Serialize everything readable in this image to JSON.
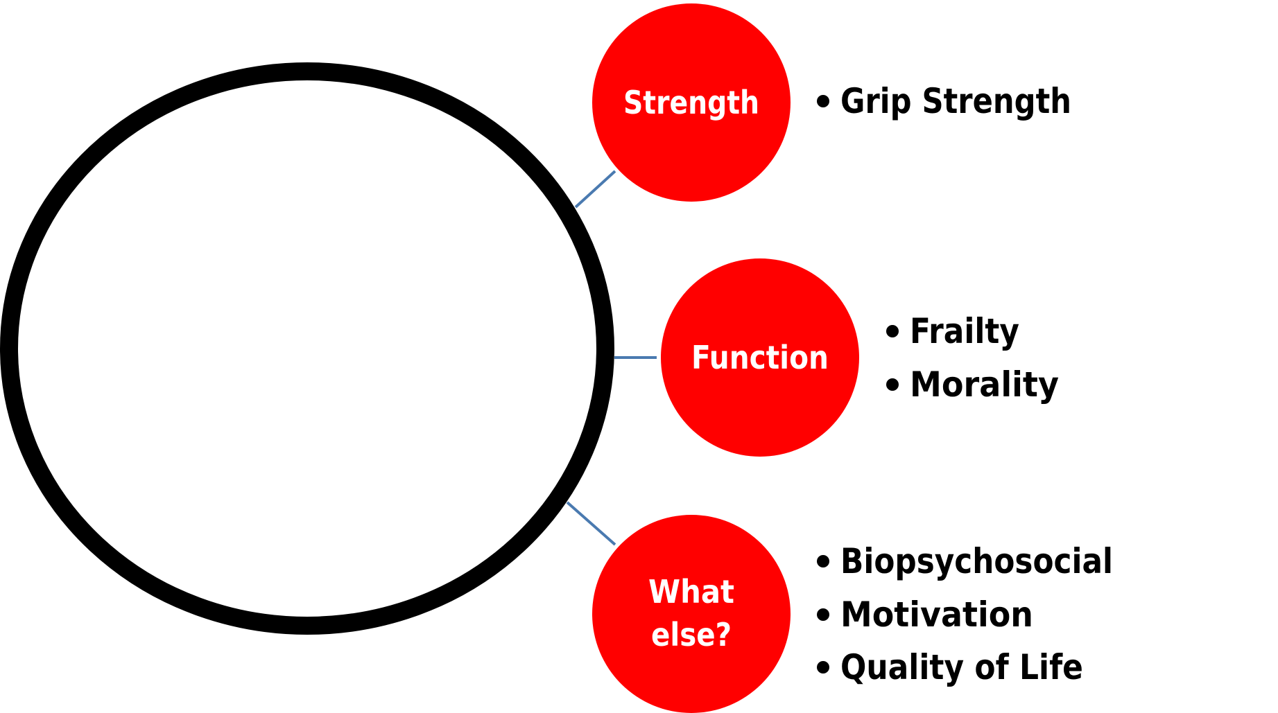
{
  "colors": {
    "node_fill": "#ff0000",
    "node_text": "#ffffff",
    "connector": "#4a7ab0",
    "hub_stroke": "#000000",
    "bullet_text": "#000000"
  },
  "nodes": [
    {
      "id": "strength",
      "label_lines": [
        "Strength"
      ],
      "bullets": [
        "Grip Strength"
      ]
    },
    {
      "id": "function",
      "label_lines": [
        "Function"
      ],
      "bullets": [
        "Frailty",
        "Morality"
      ]
    },
    {
      "id": "what-else",
      "label_lines": [
        "What",
        "else?"
      ],
      "bullets": [
        "Biopsychosocial",
        "Motivation",
        "Quality of Life"
      ]
    }
  ]
}
